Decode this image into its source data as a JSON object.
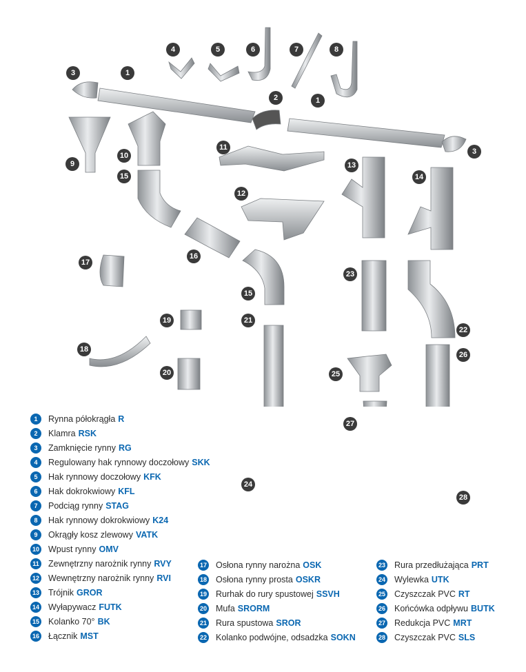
{
  "callouts": [
    {
      "n": "1"
    },
    {
      "n": "1"
    },
    {
      "n": "2"
    },
    {
      "n": "3"
    },
    {
      "n": "3"
    },
    {
      "n": "4"
    },
    {
      "n": "5"
    },
    {
      "n": "6"
    },
    {
      "n": "7"
    },
    {
      "n": "8"
    },
    {
      "n": "9"
    },
    {
      "n": "10"
    },
    {
      "n": "11"
    },
    {
      "n": "12"
    },
    {
      "n": "13"
    },
    {
      "n": "14"
    },
    {
      "n": "15"
    },
    {
      "n": "15"
    },
    {
      "n": "16"
    },
    {
      "n": "17"
    },
    {
      "n": "18"
    },
    {
      "n": "19"
    },
    {
      "n": "20"
    },
    {
      "n": "21"
    },
    {
      "n": "22"
    },
    {
      "n": "23"
    },
    {
      "n": "24"
    },
    {
      "n": "25"
    },
    {
      "n": "26"
    },
    {
      "n": "27"
    },
    {
      "n": "28"
    }
  ],
  "legend": [
    {
      "n": "1",
      "name": "Rynna półokrągła",
      "code": "R"
    },
    {
      "n": "2",
      "name": "Klamra",
      "code": "RSK"
    },
    {
      "n": "3",
      "name": "Zamknięcie rynny",
      "code": "RG"
    },
    {
      "n": "4",
      "name": "Regulowany hak rynnowy doczołowy",
      "code": "SKK"
    },
    {
      "n": "5",
      "name": "Hak rynnowy doczołowy",
      "code": "KFK"
    },
    {
      "n": "6",
      "name": "Hak dokrokwiowy",
      "code": "KFL"
    },
    {
      "n": "7",
      "name": "Podciąg rynny",
      "code": "STAG"
    },
    {
      "n": "8",
      "name": "Hak rynnowy dokrokwiowy",
      "code": "K24"
    },
    {
      "n": "9",
      "name": "Okrągły kosz zlewowy",
      "code": "VATK"
    },
    {
      "n": "10",
      "name": "Wpust rynny",
      "code": "OMV"
    },
    {
      "n": "11",
      "name": "Zewnętrzny narożnik rynny",
      "code": "RVY"
    },
    {
      "n": "12",
      "name": "Wewnętrzny narożnik rynny",
      "code": "RVI"
    },
    {
      "n": "13",
      "name": "Trójnik",
      "code": "GROR"
    },
    {
      "n": "14",
      "name": "Wyłapywacz",
      "code": "FUTK"
    },
    {
      "n": "15",
      "name": "Kolanko 70°",
      "code": "BK"
    },
    {
      "n": "16",
      "name": "Łącznik",
      "code": "MST"
    },
    {
      "n": "17",
      "name": "Osłona rynny narożna",
      "code": "OSK"
    },
    {
      "n": "18",
      "name": "Osłona rynny prosta",
      "code": "OSKR"
    },
    {
      "n": "19",
      "name": "Rurhak do rury spustowej",
      "code": "SSVH"
    },
    {
      "n": "20",
      "name": "Mufa",
      "code": "SRORM"
    },
    {
      "n": "21",
      "name": "Rura spustowa",
      "code": "SROR"
    },
    {
      "n": "22",
      "name": "Kolanko podwójne, odsadzka",
      "code": "SOKN"
    },
    {
      "n": "23",
      "name": "Rura przedłużająca",
      "code": "PRT"
    },
    {
      "n": "24",
      "name": "Wylewka",
      "code": "UTK"
    },
    {
      "n": "25",
      "name": "Czyszczak PVC",
      "code": "RT"
    },
    {
      "n": "26",
      "name": "Końcówka odpływu",
      "code": "BUTK"
    },
    {
      "n": "27",
      "name": "Redukcja PVC",
      "code": "MRT"
    },
    {
      "n": "28",
      "name": "Czyszczak PVC",
      "code": "SLS"
    }
  ]
}
